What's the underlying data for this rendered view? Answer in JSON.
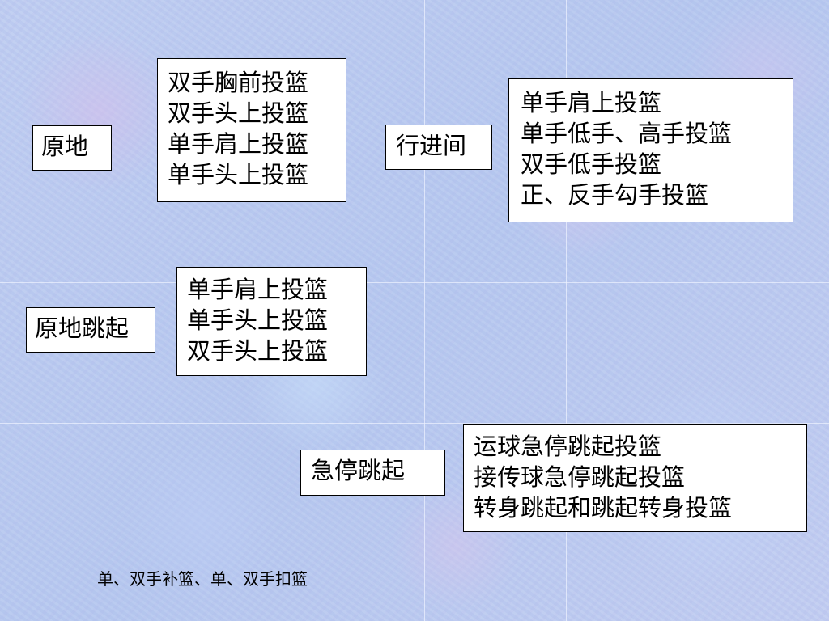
{
  "categories": {
    "stationary": "原地",
    "moving": "行进间",
    "standing_jump": "原地跳起",
    "stop_jump": "急停跳起"
  },
  "shots": {
    "stationary": [
      "双手胸前投篮",
      "双手头上投篮",
      "单手肩上投篮",
      "单手头上投篮"
    ],
    "moving": [
      "单手肩上投篮",
      "单手低手、高手投篮",
      "双手低手投篮",
      "正、反手勾手投篮"
    ],
    "standing_jump": [
      "单手肩上投篮",
      "单手头上投篮",
      "双手头上投篮"
    ],
    "stop_jump": [
      "运球急停跳起投篮",
      "接传球急停跳起投篮",
      "转身跳起和跳起转身投篮"
    ]
  },
  "footnote": "单、双手补篮、单、双手扣篮",
  "colors": {
    "background": "#b7c8ef",
    "box_fill": "#ffffff",
    "box_border": "#000000",
    "text": "#000000"
  }
}
